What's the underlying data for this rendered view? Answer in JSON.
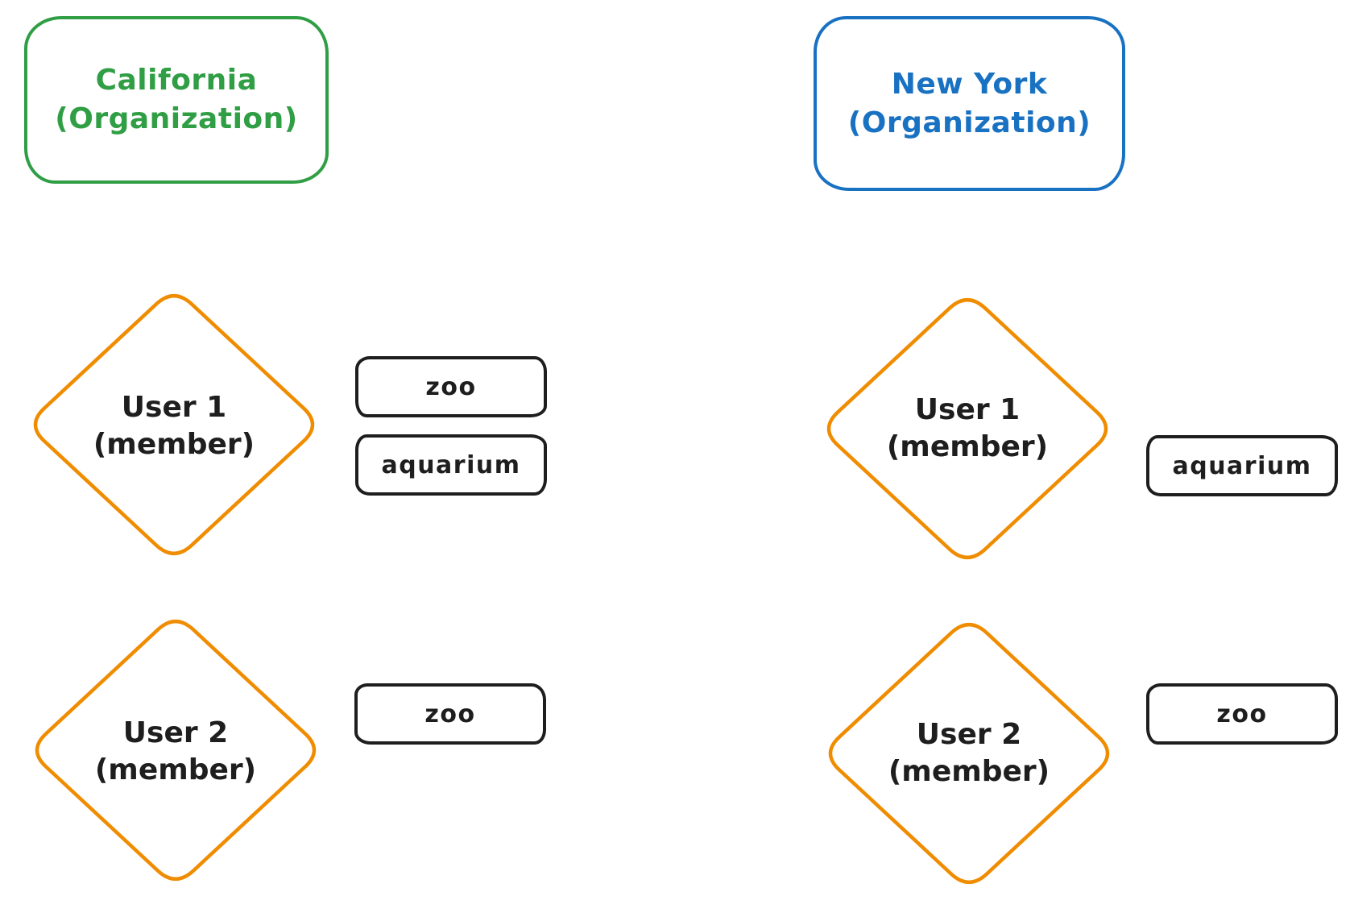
{
  "organizations": [
    {
      "name": "California",
      "type_label": "(Organization)",
      "stroke_color": "#2f9e44",
      "members": [
        {
          "name": "User 1",
          "role_label": "(member)",
          "tags": [
            "zoo",
            "aquarium"
          ]
        },
        {
          "name": "User 2",
          "role_label": "(member)",
          "tags": [
            "zoo"
          ]
        }
      ]
    },
    {
      "name": "New York",
      "type_label": "(Organization)",
      "stroke_color": "#1971c2",
      "members": [
        {
          "name": "User 1",
          "role_label": "(member)",
          "tags": [
            "aquarium"
          ]
        },
        {
          "name": "User 2",
          "role_label": "(member)",
          "tags": [
            "zoo"
          ]
        }
      ]
    }
  ],
  "colors": {
    "california_org": "#2f9e44",
    "new_york_org": "#1971c2",
    "member_diamond": "#f08c00",
    "tag_outline": "#1e1e1e",
    "text": "#1e1e1e",
    "background": "#ffffff"
  }
}
